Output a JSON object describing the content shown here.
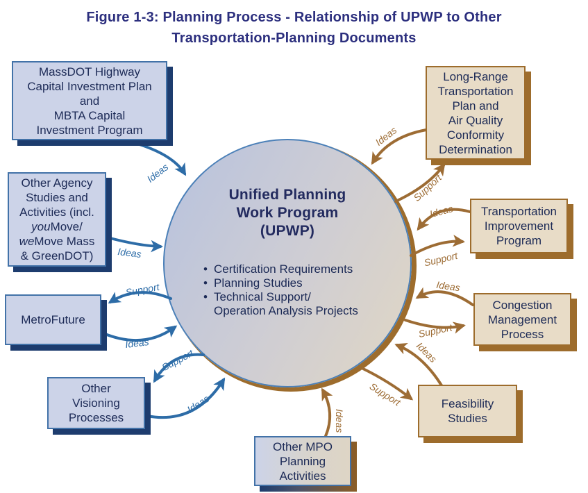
{
  "figure_title": {
    "line1": "Figure 1-3: Planning Process - Relationship of UPWP to Other",
    "line2": "Transportation-Planning Documents"
  },
  "center_circle": {
    "title_lines": [
      "Unified Planning",
      "Work Program",
      "(UPWP)"
    ],
    "bullets": [
      "Certification Requirements",
      "Planning Studies",
      "Technical Support/"
    ],
    "bullet_continuation": "Operation Analysis Projects"
  },
  "boxes": {
    "massdot": {
      "lines": [
        "MassDOT Highway",
        "Capital Investment Plan",
        "and",
        "MBTA Capital",
        "Investment Program"
      ]
    },
    "other_agency": {
      "lines": [
        "Other Agency",
        "Studies and",
        "Activities (incl."
      ],
      "italic_you": "you",
      "after_you": "Move/",
      "italic_we": "we",
      "after_we": "Move Mass",
      "last_line": "& GreenDOT)"
    },
    "metrofuture": {
      "lines": [
        "MetroFuture"
      ]
    },
    "other_visioning": {
      "lines": [
        "Other",
        "Visioning",
        "Processes"
      ]
    },
    "other_mpo": {
      "lines": [
        "Other MPO",
        "Planning",
        "Activities"
      ]
    },
    "long_range": {
      "lines": [
        "Long-Range",
        "Transportation",
        "Plan and",
        "Air Quality",
        "Conformity",
        "Determination"
      ]
    },
    "tip": {
      "lines": [
        "Transportation",
        "Improvement",
        "Program"
      ]
    },
    "congestion": {
      "lines": [
        "Congestion",
        "Management",
        "Process"
      ]
    },
    "feasibility": {
      "lines": [
        "Feasibility",
        "Studies"
      ]
    }
  },
  "arrows": [
    {
      "name": "massdot-to-upwp",
      "label": "Ideas"
    },
    {
      "name": "other-agency-to-upwp",
      "label": "Ideas"
    },
    {
      "name": "upwp-to-metrofuture",
      "label": "Support"
    },
    {
      "name": "metrofuture-to-upwp",
      "label": "Ideas"
    },
    {
      "name": "upwp-to-other-visioning",
      "label": "Support"
    },
    {
      "name": "other-visioning-to-upwp",
      "label": "Ideas"
    },
    {
      "name": "other-mpo-to-upwp",
      "label": "Ideas"
    },
    {
      "name": "long-range-to-upwp",
      "label": "Ideas"
    },
    {
      "name": "upwp-to-long-range",
      "label": "Support"
    },
    {
      "name": "tip-to-upwp",
      "label": "Ideas"
    },
    {
      "name": "upwp-to-tip",
      "label": "Support"
    },
    {
      "name": "congestion-to-upwp",
      "label": "Ideas"
    },
    {
      "name": "upwp-to-congestion",
      "label": "Support"
    },
    {
      "name": "feasibility-to-upwp",
      "label": "Ideas"
    },
    {
      "name": "upwp-to-feasibility",
      "label": "Support"
    }
  ],
  "colors": {
    "title_text": "#2c2f7e",
    "box_text": "#1c2a56",
    "blue_box_fill": "#ccd3e8",
    "blue_box_border": "#4272a8",
    "blue_box_shadow": "#1d3c6e",
    "tan_box_fill": "#e8dcc7",
    "tan_box_border": "#9d6c2c",
    "blue_arrow": "#2d6ca7",
    "brown_arrow": "#9d6c34",
    "circle_border": "#4b80b8",
    "circle_rim": "#9d6c2c",
    "circle_gradient_start": "#b7c2de",
    "circle_gradient_end": "#e1d7c4"
  }
}
